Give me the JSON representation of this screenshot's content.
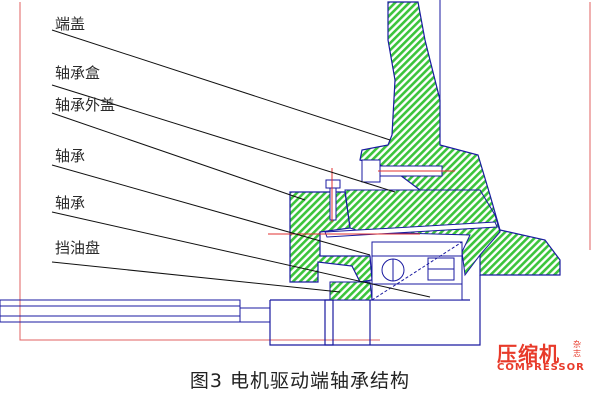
{
  "labels": {
    "end_cover": "端盖",
    "bearing_box": "轴承盒",
    "bearing_outer_cover": "轴承外盖",
    "bearing_1": "轴承",
    "bearing_2": "轴承",
    "oil_slinger": "挡油盘"
  },
  "caption": "图3 电机驱动端轴承结构",
  "logo": {
    "cn": "压缩机",
    "side": "杂志",
    "en": "COMPRESSOR",
    "color": "#e83a2a"
  },
  "colors": {
    "hatch_fill": "#3cc43c",
    "hatch_bg": "#ffffff",
    "outline": "#1a1aa0",
    "leader": "#111111",
    "frame": "#e06060",
    "centerline": "#e03030"
  }
}
